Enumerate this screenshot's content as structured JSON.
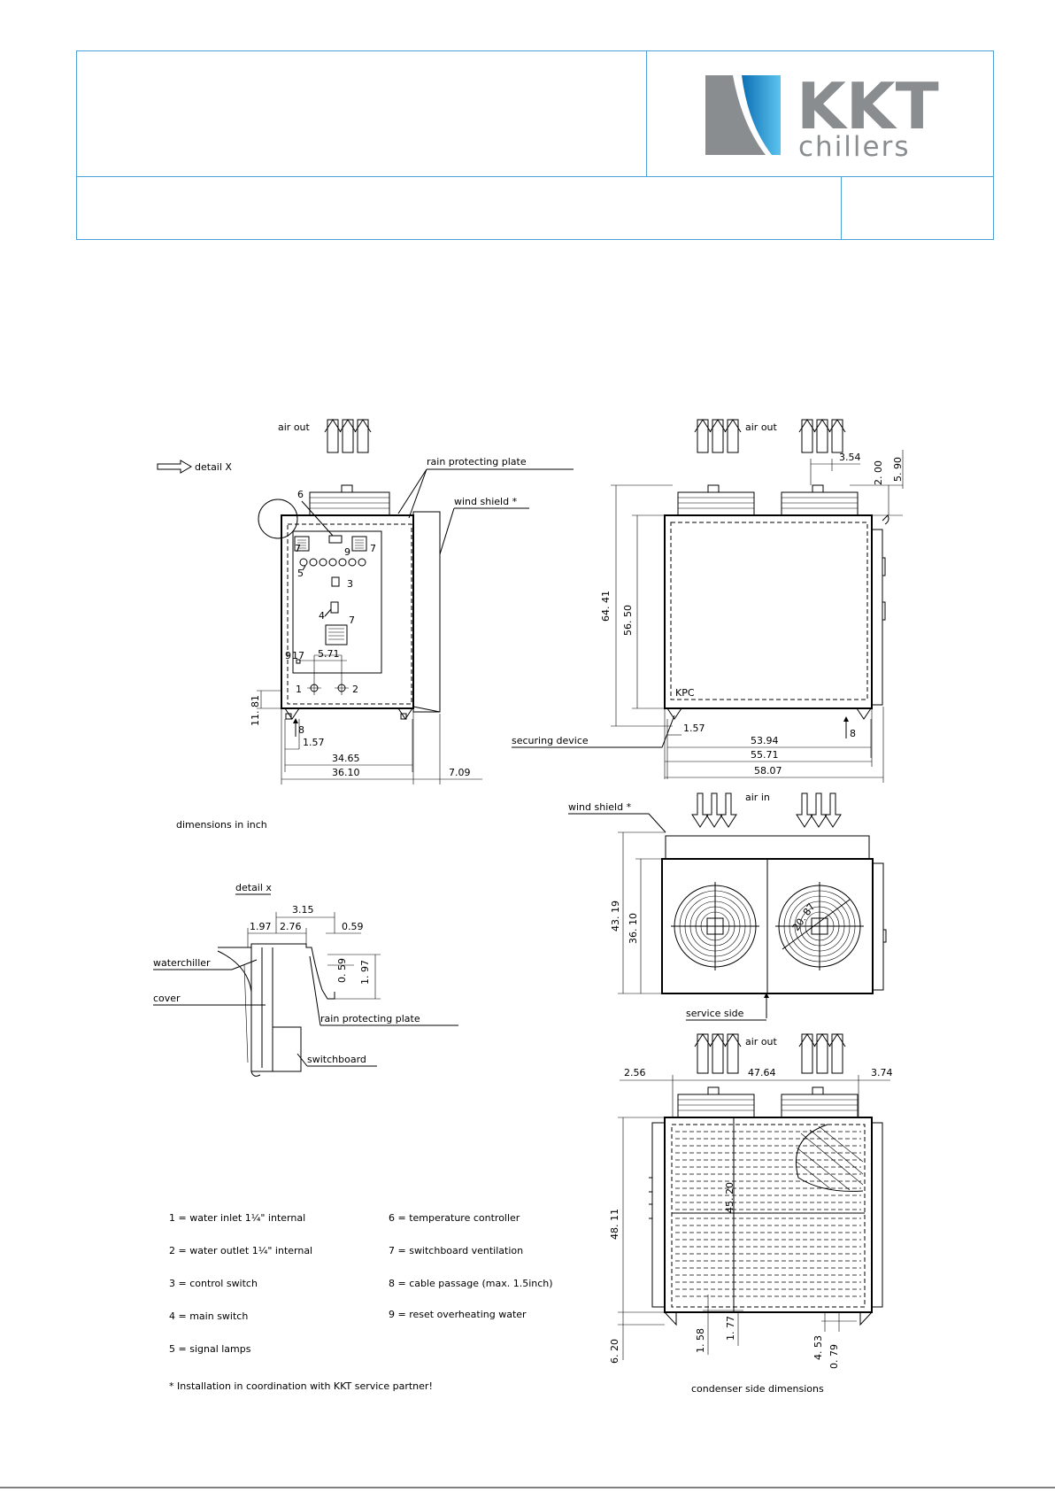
{
  "brand": {
    "logo_main": "KKT",
    "logo_sub": "chillers",
    "colors": {
      "accent": "#4aa0d8",
      "logo_gray": "#8a8d8f",
      "logo_blue": "#29a3dc"
    }
  },
  "labels": {
    "air_out": "air out",
    "air_in": "air in",
    "detail_x": "detail X",
    "rain_protecting_plate": "rain protecting plate",
    "wind_shield": "wind shield *",
    "securing_device": "securing device",
    "dimensions_note": "dimensions in inch",
    "detail_x_small": "detail x",
    "waterchiller": "waterchiller",
    "cover": "cover",
    "switchboard": "switchboard",
    "service_side": "service side",
    "condenser_side": "condenser side dimensions",
    "kpc": "KPC"
  },
  "dimensions": {
    "front": {
      "d11_81": "11. 81",
      "d34_65": "34.65",
      "d36_10": "36.10",
      "d7_09": "7.09",
      "d1_57": "1.57",
      "d5_71": "5.71",
      "d17": "17"
    },
    "side": {
      "d3_54": "3.54",
      "d2_00": "2. 00",
      "d5_90": "5. 90",
      "d64_41": "64. 41",
      "d56_50": "56. 50",
      "d1_57": "1.57",
      "d53_94": "53.94",
      "d55_71": "55.71",
      "d58_07": "58.07"
    },
    "top": {
      "d43_19": "43. 19",
      "d36_10": "36. 10",
      "d20_87": "20. 87"
    },
    "detail": {
      "d3_15": "3.15",
      "d1_97a": "1.97",
      "d2_76": "2.76",
      "d0_59a": "0.59",
      "d0_59b": "0. 59",
      "d1_97b": "1. 97"
    },
    "condenser": {
      "d2_56": "2.56",
      "d47_64": "47.64",
      "d3_74": "3.74",
      "d48_11": "48. 11",
      "d45_20": "45. 20",
      "d6_20": "6. 20",
      "d1_58": "1. 58",
      "d1_77": "1. 77",
      "d4_53": "4. 53",
      "d0_79": "0. 79"
    }
  },
  "callouts": {
    "n1": "1",
    "n2": "2",
    "n3": "3",
    "n4": "4",
    "n5": "5",
    "n6": "6",
    "n7": "7",
    "n8": "8",
    "n9": "9"
  },
  "legend": [
    "1 = water inlet 1¼\" internal",
    "2 = water outlet 1¼\" internal",
    "3 = control switch",
    "4 = main switch",
    "5 = signal lamps",
    "6 = temperature controller",
    "7 = switchboard ventilation",
    "8 = cable passage (max. 1.5inch)",
    "9 = reset overheating water"
  ],
  "footnote": "* Installation in coordination with KKT service partner!"
}
